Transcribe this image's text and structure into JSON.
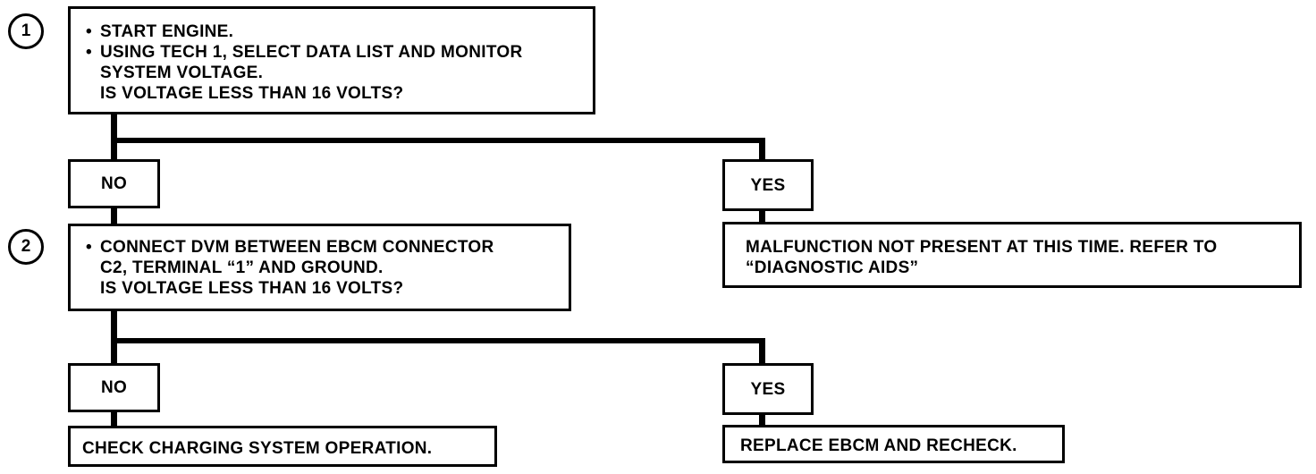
{
  "steps": [
    {
      "number": "1",
      "lines": [
        {
          "bullet": "•",
          "text": "START ENGINE."
        },
        {
          "bullet": "•",
          "text": "USING TECH 1, SELECT DATA LIST AND MONITOR"
        },
        {
          "bullet": "",
          "text": "SYSTEM VOLTAGE."
        },
        {
          "bullet": "",
          "text": "IS VOLTAGE LESS THAN 16 VOLTS?"
        }
      ]
    },
    {
      "number": "2",
      "lines": [
        {
          "bullet": "•",
          "text": "CONNECT DVM BETWEEN EBCM CONNECTOR"
        },
        {
          "bullet": "",
          "text": "C2, TERMINAL “1” AND GROUND."
        },
        {
          "bullet": "",
          "text": "IS VOLTAGE LESS THAN 16 VOLTS?"
        }
      ]
    }
  ],
  "answers": {
    "step1_no": "NO",
    "step1_yes": "YES",
    "step2_no": "NO",
    "step2_yes": "YES"
  },
  "results": {
    "step1_yes": [
      "MALFUNCTION NOT  PRESENT AT THIS TIME. REFER TO",
      "“DIAGNOSTIC AIDS”"
    ],
    "step2_no": "CHECK CHARGING SYSTEM OPERATION.",
    "step2_yes": "REPLACE EBCM AND RECHECK."
  }
}
